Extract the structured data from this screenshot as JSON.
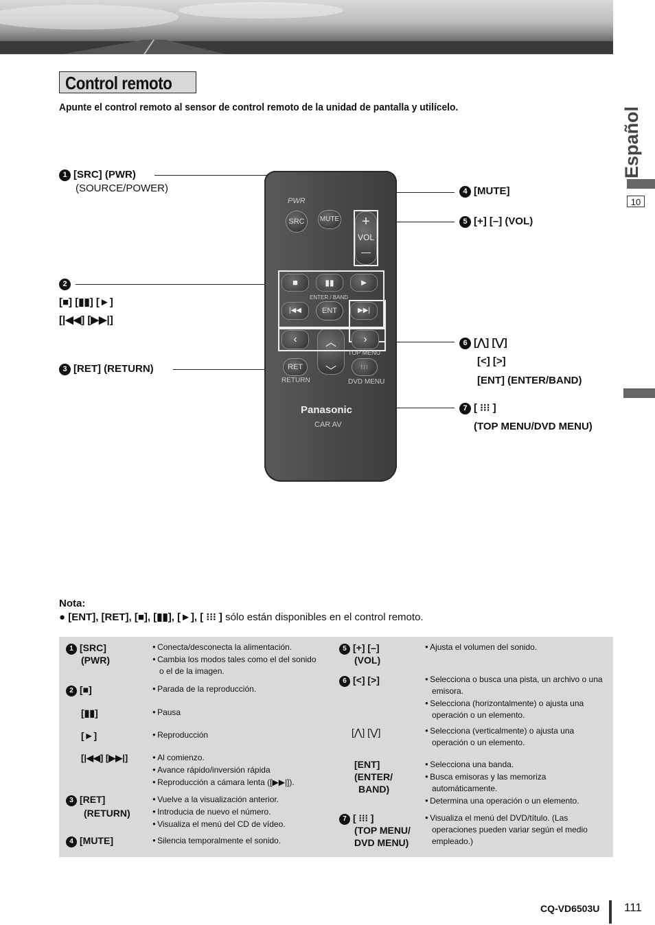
{
  "header": {
    "section_title": "Control remoto",
    "intro": "Apunte el control remoto al sensor de control remoto de la unidad de pantalla y utilícelo."
  },
  "side": {
    "language": "Español",
    "chapter_num": "10"
  },
  "callouts": {
    "c1": {
      "num": "1",
      "label": "[SRC] (PWR)",
      "sub": "(SOURCE/POWER)"
    },
    "c2": {
      "num": "2",
      "line1": "[■] [▮▮] [►]",
      "line2": "[|◀◀] [▶▶|]"
    },
    "c3": {
      "num": "3",
      "label": "[RET]  (RETURN)"
    },
    "c4": {
      "num": "4",
      "label": "[MUTE]"
    },
    "c5": {
      "num": "5",
      "label": "[+] [–] (VOL)"
    },
    "c6": {
      "num": "6",
      "line1": "[⋀] [⋁]",
      "line2": "[<] [>]",
      "line3": "[ENT] (ENTER/BAND)"
    },
    "c7": {
      "num": "7",
      "line1": "[ ⁝⁝⁝ ]",
      "line2": "(TOP MENU/DVD MENU)"
    }
  },
  "remote": {
    "pwr": "PWR",
    "src": "SRC",
    "mute": "MUTE",
    "vol": "VOL",
    "plus": "+",
    "minus": "—",
    "enter_band": "ENTER / BAND",
    "ent": "ENT",
    "top_menu": "TOP MENU",
    "ret": "RET",
    "return": "RETURN",
    "dvd_menu": "DVD MENU",
    "brand": "Panasonic",
    "car_av": "CAR AV"
  },
  "note": {
    "title": "Nota:",
    "keys": "● [ENT], [RET], [■], [▮▮], [►], [ ⁝⁝⁝ ]",
    "text": " sólo están disponibles en el control remoto."
  },
  "table": {
    "left": [
      {
        "num": "1",
        "key": "[SRC]",
        "key2": "(PWR)",
        "desc": [
          "Conecta/desconecta la alimentación.",
          "Cambia los modos tales como el del sonido o el de la imagen."
        ]
      },
      {
        "num": "2",
        "key": "[■]",
        "desc": [
          "Parada de la reproducción."
        ]
      },
      {
        "key": "[▮▮]",
        "desc": [
          "Pausa"
        ]
      },
      {
        "key": "[►]",
        "desc": [
          "Reproducción"
        ]
      },
      {
        "key": "[|◀◀] [▶▶|]",
        "desc": [
          "Al comienzo.",
          "Avance rápido/inversión rápida",
          "Reproducción a cámara lenta ([▶▶|])."
        ]
      },
      {
        "num": "3",
        "key": "[RET]",
        "key2": "(RETURN)",
        "desc": [
          "Vuelve a la visualización anterior.",
          "Introducia de nuevo el número.",
          "Visualiza el menú del CD de vídeo."
        ]
      },
      {
        "num": "4",
        "key": "[MUTE]",
        "desc": [
          "Silencia temporalmente el sonido."
        ]
      }
    ],
    "right": [
      {
        "num": "5",
        "key": "[+] [–]",
        "key2": "(VOL)",
        "desc": [
          "Ajusta el volumen del sonido."
        ]
      },
      {
        "num": "6",
        "key": "[<] [>]",
        "desc": [
          "Selecciona o busca una pista, un archivo o una emisora.",
          "Selecciona (horizontalmente) o ajusta una operación o un elemento."
        ]
      },
      {
        "key": "[⋀] [⋁]",
        "desc": [
          "Selecciona (verticalmente) o ajusta una operación o un elemento."
        ]
      },
      {
        "key": "[ENT]",
        "key2": "(ENTER/",
        "key3": "BAND)",
        "desc": [
          "Selecciona una banda.",
          "Busca emisoras y las memoriza automáticamente.",
          "Determina una operación o un elemento."
        ]
      },
      {
        "num": "7",
        "key": "[ ⁝⁝⁝ ]",
        "key2": "(TOP MENU/",
        "key3": "DVD MENU)",
        "desc": [
          "Visualiza el menú del DVD/título. (Las operaciones pueden variar según el medio empleado.)"
        ]
      }
    ]
  },
  "footer": {
    "model": "CQ-VD6503U",
    "page": "111"
  }
}
